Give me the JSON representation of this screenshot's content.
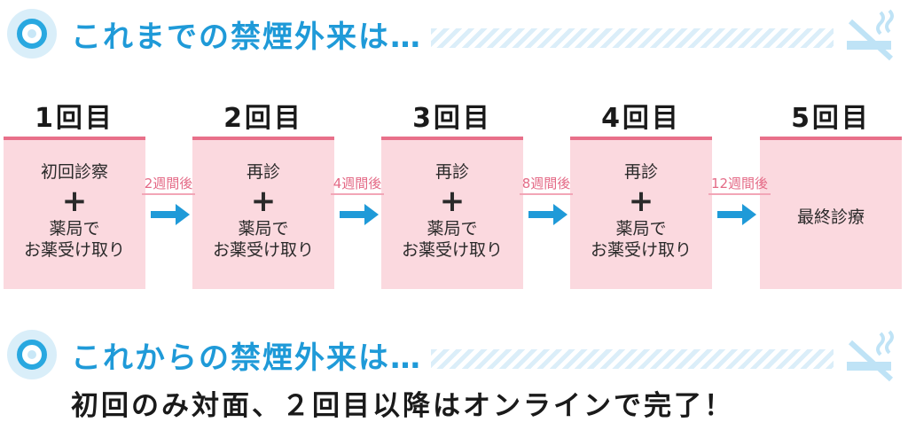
{
  "section1": {
    "title": "これまでの禁煙外来は…"
  },
  "section2": {
    "title": "これからの禁煙外来は…",
    "subtitle": "初回のみ対面、２回目以降はオンラインで完了！"
  },
  "visits": [
    {
      "label": "1回目",
      "lines": [
        "初回診察"
      ],
      "plus": "+",
      "lines2": [
        "薬局で",
        "お薬受け取り"
      ]
    },
    {
      "label": "2回目",
      "lines": [
        "再診"
      ],
      "plus": "+",
      "lines2": [
        "薬局で",
        "お薬受け取り"
      ]
    },
    {
      "label": "3回目",
      "lines": [
        "再診"
      ],
      "plus": "+",
      "lines2": [
        "薬局で",
        "お薬受け取り"
      ]
    },
    {
      "label": "4回目",
      "lines": [
        "再診"
      ],
      "plus": "+",
      "lines2": [
        "薬局で",
        "お薬受け取り"
      ]
    },
    {
      "label": "5回目",
      "single": "最終診療"
    }
  ],
  "intervals": [
    "2週間後",
    "4週間後",
    "8週間後",
    "12週間後"
  ],
  "colors": {
    "accent_blue": "#1f9ad8",
    "pink_bg": "#fbd9df",
    "pink_line": "#e8708a",
    "interval_pink": "#e46a86"
  },
  "icons": {
    "target": "target-icon",
    "nosmoking": "no-smoking-icon",
    "arrow": "arrow-right-icon"
  }
}
